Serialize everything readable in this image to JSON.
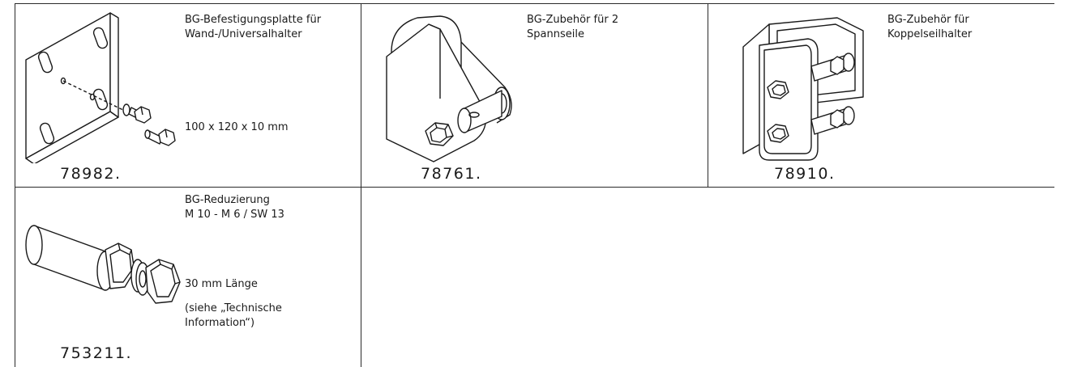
{
  "products": [
    {
      "number": "78982.",
      "title_lines": [
        "BG-Befestigungsplatte für",
        "Wand-/Universalhalter"
      ],
      "spec": "100 x 120 x 10 mm",
      "image_icon": "mounting-plate-with-bolt"
    },
    {
      "number": "78761.",
      "title_lines": [
        "BG-Zubehör für 2",
        "Spannseile"
      ],
      "image_icon": "bracket-for-two-tension-ropes"
    },
    {
      "number": "78910.",
      "title_lines": [
        "BG-Zubehör für",
        "Koppelseilhalter"
      ],
      "image_icon": "coupling-rope-holder-bracket"
    },
    {
      "number": "753211.",
      "title_lines": [
        "BG-Reduzierung",
        "M 10 - M 6 / SW 13"
      ],
      "spec": "30 mm Länge",
      "note_lines": [
        "(siehe „Technische",
        "Information“)"
      ],
      "image_icon": "reducer-sleeve-with-hex-bolt"
    }
  ]
}
